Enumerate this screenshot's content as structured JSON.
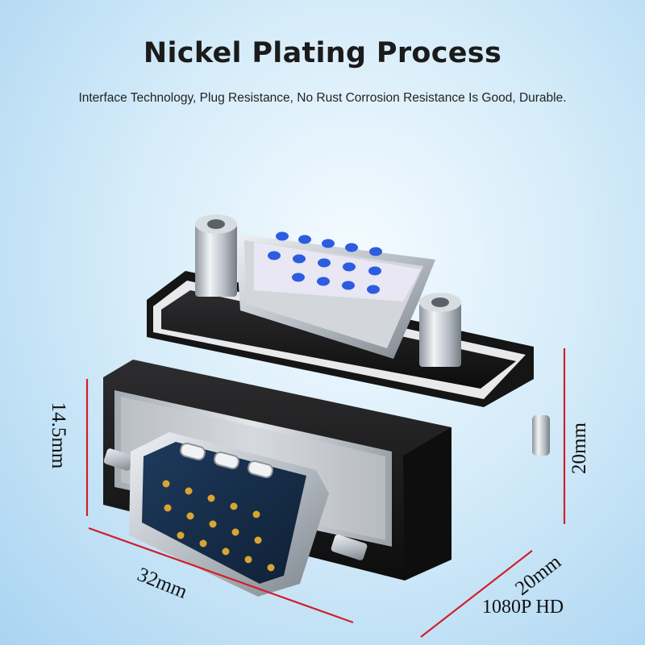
{
  "header": {
    "title": "Nickel Plating Process",
    "subtitle": "Interface Technology, Plug Resistance, No Rust Corrosion Resistance Is Good, Durable."
  },
  "dimensions": {
    "height": "14.5mm",
    "side_height": "20mm",
    "length": "32mm",
    "depth": "20mm"
  },
  "badge": "1080P HD",
  "colors": {
    "body": "#1a1a1a",
    "metal": "#c9cdd2",
    "pin_blue": "#2c5de0",
    "pin_gold": "#d9a531",
    "dimension_line": "#d0202a"
  }
}
